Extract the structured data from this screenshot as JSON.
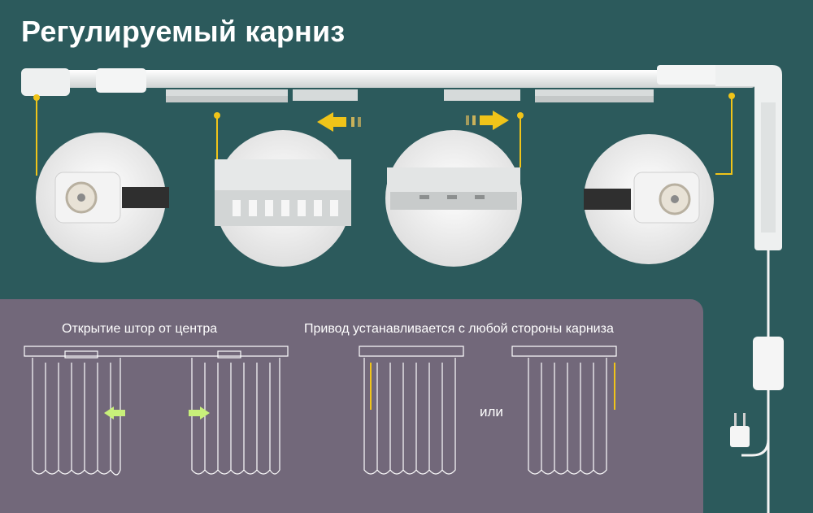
{
  "title": "Регулируемый карниз",
  "caption_center": "Открытие штор от центра",
  "caption_side": "Привод устанавливается с любой стороны карниза",
  "or_label": "или",
  "colors": {
    "background": "#2c5a5c",
    "panel": "#72687a",
    "accent": "#f0c419",
    "arrow_green": "#c8f07a"
  },
  "icons": [
    "arrow-left-icon",
    "arrow-right-icon",
    "power-adapter-icon",
    "plug-icon"
  ]
}
